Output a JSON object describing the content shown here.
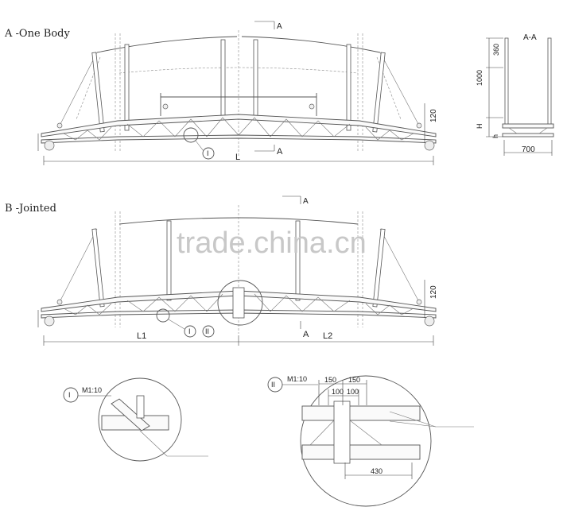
{
  "views": {
    "a": {
      "title": "A -One Body",
      "section_mark": "A",
      "span_label": "L",
      "height_label": "120"
    },
    "b": {
      "title": "B -Jointed",
      "section_mark": "A",
      "span_left": "L1",
      "span_right": "L2",
      "height_label": "120",
      "detail1": "I",
      "detail2": "II"
    }
  },
  "section_view": {
    "title": "A-A",
    "dims": {
      "d360": "360",
      "d1000": "1000",
      "H": "H",
      "h": "h",
      "width": "700"
    }
  },
  "detail_1": {
    "marker": "I",
    "scale": "M1:10"
  },
  "detail_2": {
    "marker": "II",
    "scale": "M1:10",
    "dims": {
      "d150a": "150",
      "d150b": "150",
      "d100a": "100",
      "d100b": "100",
      "d430": "430"
    }
  },
  "watermark": "trade.china.cn"
}
